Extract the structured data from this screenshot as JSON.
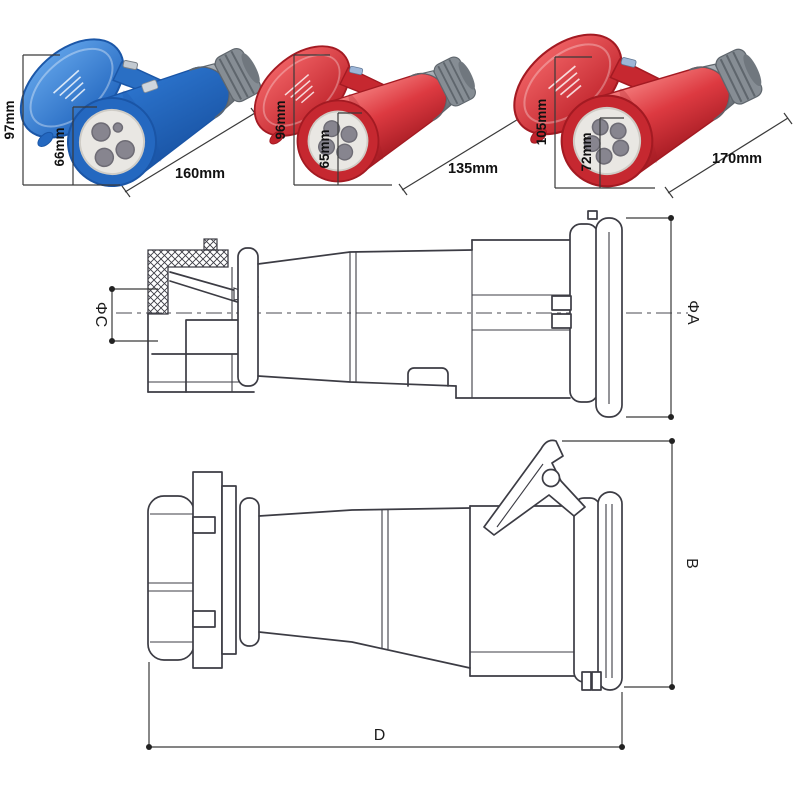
{
  "products": [
    {
      "name": "blue-3pin-connector",
      "height_label": "97mm",
      "socket_height_label": "66mm",
      "length_label": "160mm",
      "body_color": "#2e78d2",
      "pin_holes": 3
    },
    {
      "name": "red-4pin-connector",
      "height_label": "96mm",
      "socket_height_label": "65mm",
      "length_label": "135mm",
      "body_color": "#dd3a41",
      "pin_holes": 4
    },
    {
      "name": "red-5pin-connector",
      "height_label": "105mm",
      "socket_height_label": "72mm",
      "length_label": "170mm",
      "body_color": "#dd3a41",
      "pin_holes": 5
    }
  ],
  "drawings": {
    "section_view": {
      "cable_diameter_label": "ΦC",
      "body_diameter_label": "ΦA"
    },
    "side_view": {
      "height_label": "B",
      "length_label": "D"
    }
  },
  "colors": {
    "blue": "#2e78d2",
    "red": "#dd3a41",
    "gland_gray": "#8d949b",
    "insert_white": "#e9e7e3",
    "line": "#3c3c44",
    "dimension": "#3a3a3a",
    "background": "#ffffff"
  }
}
